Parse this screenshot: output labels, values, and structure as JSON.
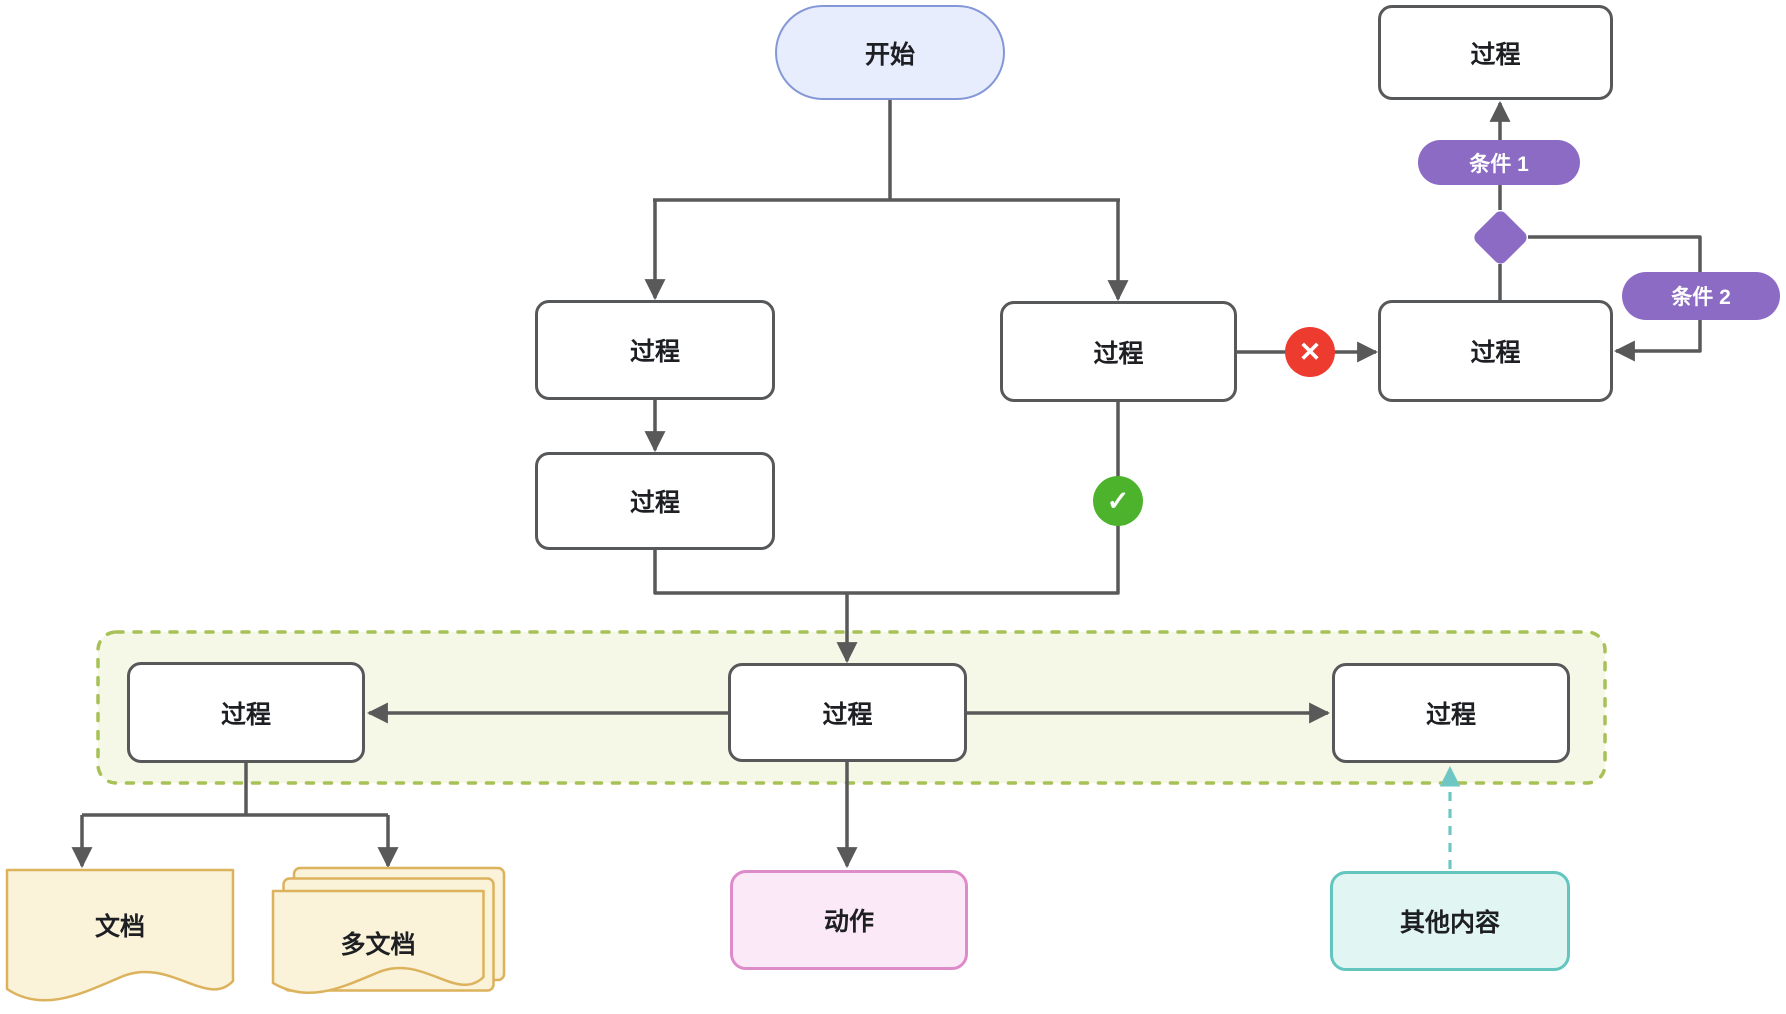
{
  "diagram": {
    "type": "flowchart",
    "background": "#ffffff",
    "line_color": "#595959",
    "container": {
      "fill": "#f6f8e7",
      "border": "#a6c155",
      "style": "dashed-rounded"
    },
    "nodes": {
      "start": {
        "label": "开始",
        "shape": "stadium",
        "fill": "#e7edfc",
        "border": "#8497d7"
      },
      "process_top_left": {
        "label": "过程",
        "shape": "rect",
        "fill": "#ffffff",
        "border": "#56585a"
      },
      "process_left_lower": {
        "label": "过程",
        "shape": "rect",
        "fill": "#ffffff",
        "border": "#56585a"
      },
      "process_middle": {
        "label": "过程",
        "shape": "rect",
        "fill": "#ffffff",
        "border": "#56585a"
      },
      "process_result_top": {
        "label": "过程",
        "shape": "rect",
        "fill": "#ffffff",
        "border": "#56585a"
      },
      "process_result": {
        "label": "过程",
        "shape": "rect",
        "fill": "#ffffff",
        "border": "#56585a"
      },
      "decision": {
        "label": "",
        "shape": "diamond",
        "fill": "#8c6bc5"
      },
      "condition_1": {
        "label": "条件 1",
        "shape": "pill",
        "fill": "#8c6bc5",
        "text_color": "#ffffff"
      },
      "condition_2": {
        "label": "条件 2",
        "shape": "pill",
        "fill": "#8c6bc5",
        "text_color": "#ffffff"
      },
      "group_left": {
        "label": "过程",
        "shape": "rect",
        "fill": "#ffffff",
        "border": "#56585a"
      },
      "group_center": {
        "label": "过程",
        "shape": "rect",
        "fill": "#ffffff",
        "border": "#56585a"
      },
      "group_right": {
        "label": "过程",
        "shape": "rect",
        "fill": "#ffffff",
        "border": "#56585a"
      },
      "document": {
        "label": "文档",
        "shape": "document",
        "fill": "#faf3da",
        "border": "#dcb25d"
      },
      "multi_document": {
        "label": "多文档",
        "shape": "multi-document",
        "fill": "#faf3da",
        "border": "#dcb25d"
      },
      "action": {
        "label": "动作",
        "shape": "rounded",
        "fill": "#fbe9f7",
        "border": "#de8bca"
      },
      "other_content": {
        "label": "其他内容",
        "shape": "rounded",
        "fill": "#e1f5f2",
        "border": "#62c6bf"
      }
    },
    "badges": {
      "fail": {
        "glyph": "✕",
        "color": "#ee3b2f"
      },
      "pass": {
        "glyph": "✓",
        "color": "#4db32c"
      }
    },
    "edges": [
      {
        "from": "start",
        "to": "process_top_left",
        "arrow": true
      },
      {
        "from": "start",
        "to": "process_middle",
        "arrow": true
      },
      {
        "from": "process_top_left",
        "to": "process_left_lower",
        "arrow": true
      },
      {
        "from": "process_left_lower",
        "to": "group_center",
        "arrow": true
      },
      {
        "from": "process_middle",
        "to": "group_center",
        "arrow": true,
        "badge": "pass"
      },
      {
        "from": "process_middle",
        "to": "process_result",
        "arrow": true,
        "badge": "fail"
      },
      {
        "from": "decision",
        "to": "process_result_top",
        "arrow": true,
        "label": "condition_1"
      },
      {
        "from": "decision",
        "to": "process_result",
        "arrow": false
      },
      {
        "from": "decision",
        "to": "process_result",
        "arrow": true,
        "label": "condition_2",
        "route": "right-loop"
      },
      {
        "from": "group_center",
        "to": "group_left",
        "arrow": true
      },
      {
        "from": "group_center",
        "to": "group_right",
        "arrow": true
      },
      {
        "from": "group_left",
        "to": "document",
        "arrow": true
      },
      {
        "from": "group_left",
        "to": "multi_document",
        "arrow": true
      },
      {
        "from": "group_center",
        "to": "action",
        "arrow": true
      },
      {
        "from": "other_content",
        "to": "group_right",
        "arrow": true,
        "style": "dashed-teal",
        "color": "#6ec7c3"
      }
    ]
  }
}
